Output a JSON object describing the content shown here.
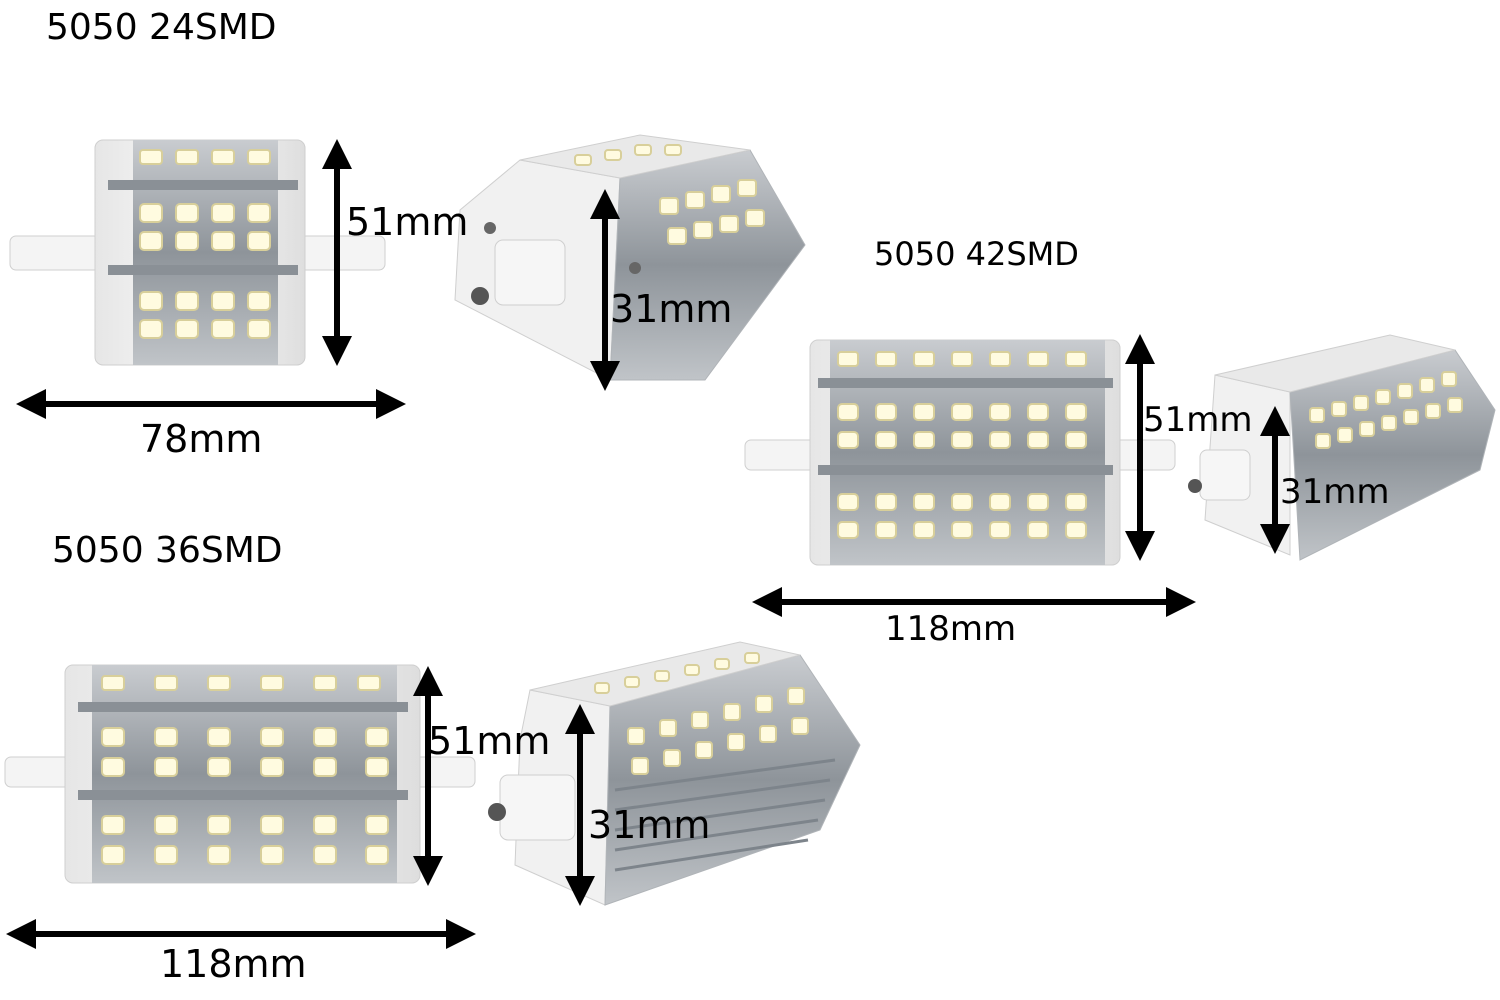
{
  "products": [
    {
      "title": "5050 24SMD",
      "front_height": "51mm",
      "side_height": "31mm",
      "length": "78mm"
    },
    {
      "title": "5050 42SMD",
      "front_height": "51mm",
      "side_height": "31mm",
      "length": "118mm"
    },
    {
      "title": "5050 36SMD",
      "front_height": "51mm",
      "side_height": "31mm",
      "length": "118mm"
    }
  ],
  "colors": {
    "background": "#ffffff",
    "housing": "#f2f2f2",
    "housing_edge": "#cfcfcf",
    "metal": "#9aa0a6",
    "led": "#fffbe0",
    "led_frame": "#e8e0b8",
    "arrow": "#000000"
  }
}
